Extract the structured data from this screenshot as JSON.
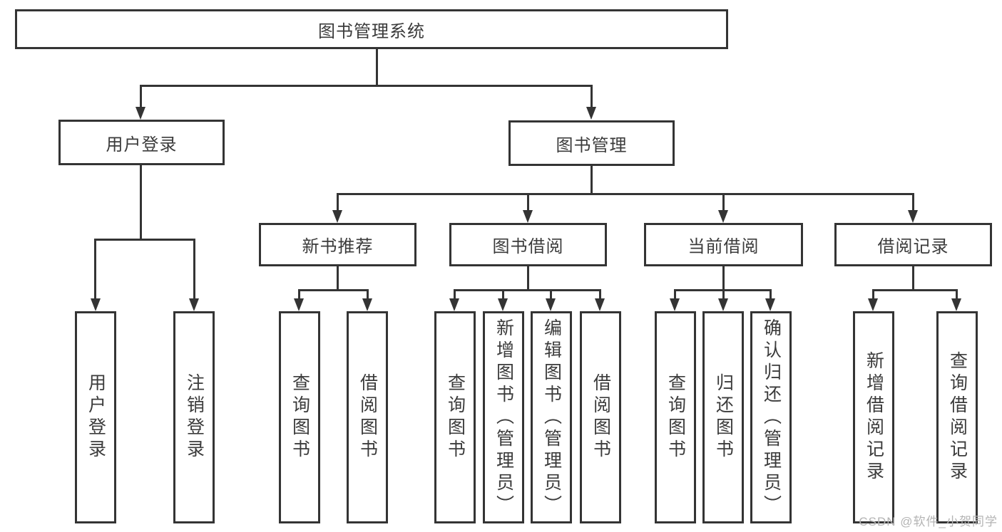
{
  "colors": {
    "line": "#343434",
    "text": "#3b3b3b",
    "background": "#ffffff",
    "watermark": "#b4b4b4"
  },
  "root": {
    "label": "图书管理系统"
  },
  "branches": {
    "user_login": {
      "label": "用户登录",
      "children": [
        {
          "label": "用户登录"
        },
        {
          "label": "注销登录"
        }
      ]
    },
    "book_management": {
      "label": "图书管理",
      "sections": [
        {
          "label": "新书推荐",
          "children": [
            {
              "label": "查询图书"
            },
            {
              "label": "借阅图书"
            }
          ]
        },
        {
          "label": "图书借阅",
          "children": [
            {
              "label": "查询图书"
            },
            {
              "label": "新增图书（管理员）"
            },
            {
              "label": "编辑图书（管理员）"
            },
            {
              "label": "借阅图书"
            }
          ]
        },
        {
          "label": "当前借阅",
          "children": [
            {
              "label": "查询图书"
            },
            {
              "label": "归还图书"
            },
            {
              "label": "确认归还（管理员）"
            }
          ]
        },
        {
          "label": "借阅记录",
          "children": [
            {
              "label": "新增借阅记录"
            },
            {
              "label": "查询借阅记录"
            }
          ]
        }
      ]
    }
  },
  "watermark": {
    "text": "CSDN @软件_小贺同学"
  }
}
